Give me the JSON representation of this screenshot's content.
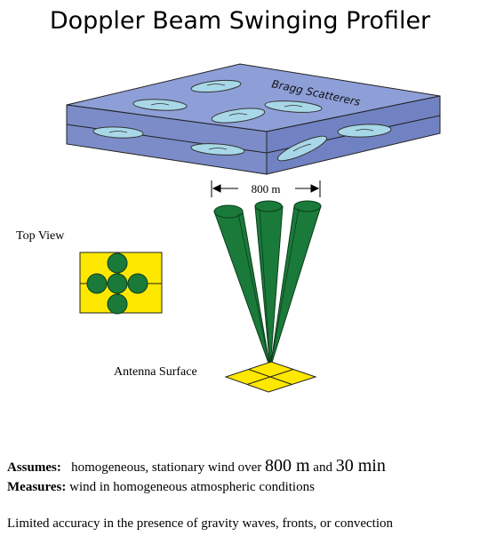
{
  "title": "Doppler Beam Swinging Profiler",
  "scatter_label": "Bragg Scatterers",
  "spacing_label": "800 m",
  "top_view_label": "Top View",
  "antenna_label": "Antenna Surface",
  "colors": {
    "slab_top": "#8e9fd8",
    "slab_side": "#7b8cc8",
    "cloud": "#a8d8e8",
    "beam": "#1a7a3a",
    "antenna": "#ffe800"
  },
  "notes": {
    "assumes_label": "Assumes:",
    "assumes_text": "homogeneous, stationary wind over",
    "assumes_dist": "800 m",
    "assumes_and": "and",
    "assumes_time": "30 min",
    "measures_label": "Measures:",
    "measures_text": "wind in homogeneous atmospheric conditions",
    "limitation": "Limited accuracy in the presence of gravity waves, fronts, or convection"
  }
}
